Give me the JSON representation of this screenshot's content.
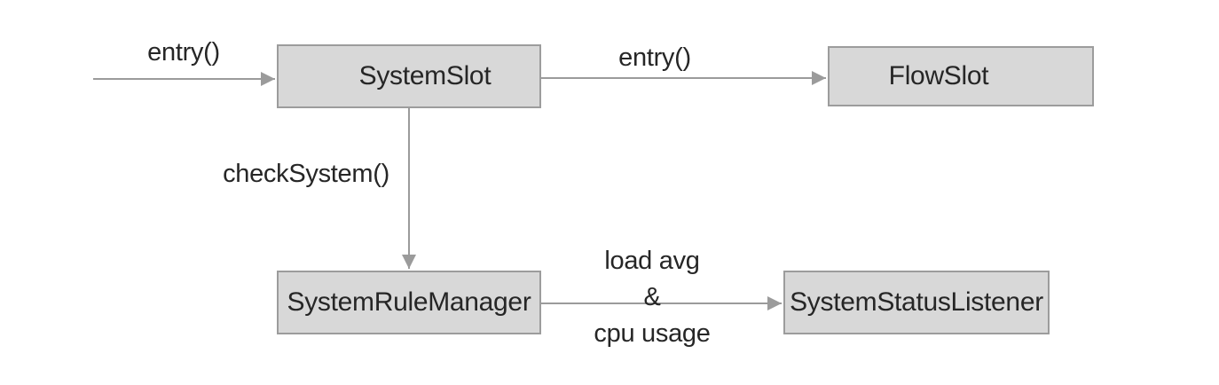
{
  "diagram": {
    "nodes": [
      {
        "id": "system-slot",
        "label": "SystemSlot"
      },
      {
        "id": "flow-slot",
        "label": "FlowSlot"
      },
      {
        "id": "system-rule-manager",
        "label": "SystemRuleManager"
      },
      {
        "id": "system-status-listener",
        "label": "SystemStatusListener"
      }
    ],
    "edges": [
      {
        "from": "start",
        "to": "SystemSlot",
        "label": "entry()"
      },
      {
        "from": "SystemSlot",
        "to": "FlowSlot",
        "label": "entry()"
      },
      {
        "from": "SystemSlot",
        "to": "SystemRuleManager",
        "label": "checkSystem()"
      },
      {
        "from": "SystemRuleManager",
        "to": "SystemStatusListener",
        "label_lines": [
          "load avg",
          "&",
          "cpu usage"
        ]
      }
    ],
    "colors": {
      "background": "#ffffff",
      "node_fill": "#d8d8d8",
      "node_border": "#9c9c9c",
      "arrow": "#9b9b9b",
      "text": "#262626"
    }
  }
}
